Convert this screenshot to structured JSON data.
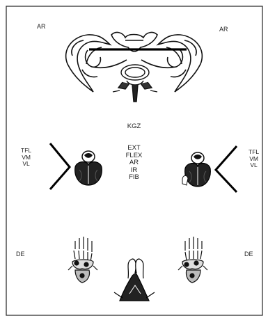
{
  "labels": {
    "pelvis_left": "AR",
    "pelvis_right": "AR",
    "center_top": "KGZ",
    "center_list": [
      "EXT",
      "FLEX",
      "AR",
      "IR",
      "FIB"
    ],
    "knee_left": [
      "TFL",
      "VM",
      "VL"
    ],
    "knee_right": [
      "TFL",
      "VM",
      "VL"
    ],
    "foot_left": "DE",
    "foot_right": "DE"
  }
}
